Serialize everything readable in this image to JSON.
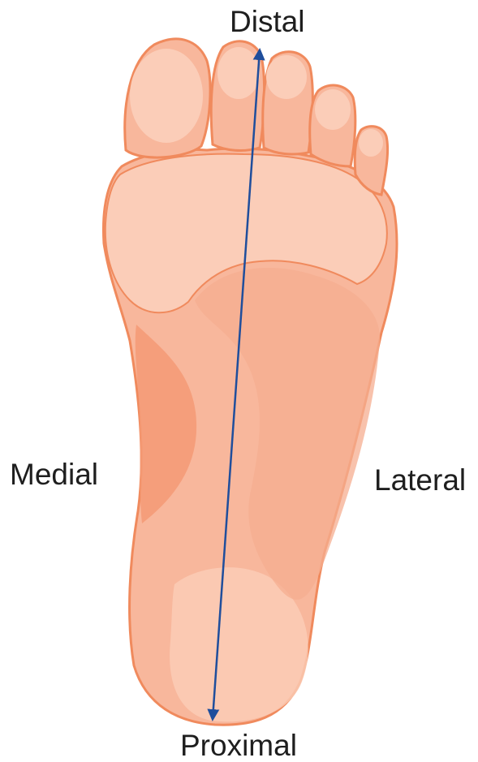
{
  "labels": {
    "distal": "Distal",
    "medial": "Medial",
    "lateral": "Lateral",
    "proximal": "Proximal"
  },
  "colors": {
    "outline": "#f08a5d",
    "skin": "#f8b79c",
    "skin_light": "#fbcdb8",
    "skin_mid": "#f6ad90",
    "arch_shade": "#f59a75",
    "toe_highlight": "#fde0d2",
    "axis_arrow": "#1f4e9c",
    "label_text": "#1e1e1e"
  },
  "icons": {
    "foot": "foot-sole-illustration",
    "axis": "double-headed-arrow"
  }
}
